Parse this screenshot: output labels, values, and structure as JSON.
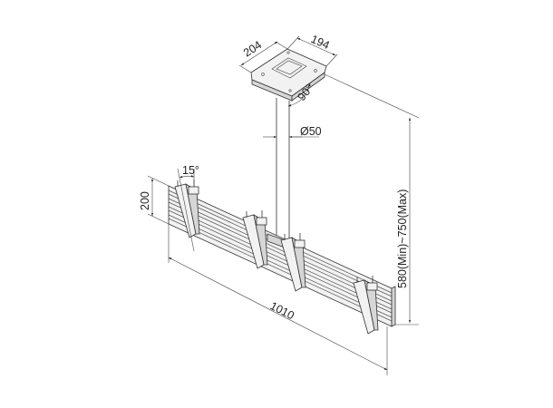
{
  "drawing": {
    "subject": "Ceiling mount with horizontal rail and four tilt brackets",
    "colors": {
      "line": "#333333",
      "background": "#ffffff",
      "part_fill": "#f2f2f2",
      "part_shade": "#d6d6d6"
    },
    "dimensions": {
      "plate_width": "204",
      "plate_depth": "194",
      "plate_rotation": "90°",
      "pole_diameter": "Ø50",
      "bracket_tilt": "15°",
      "rail_height": "200",
      "rail_length": "1010",
      "drop_height": "580(Min)~750(Max)"
    }
  }
}
